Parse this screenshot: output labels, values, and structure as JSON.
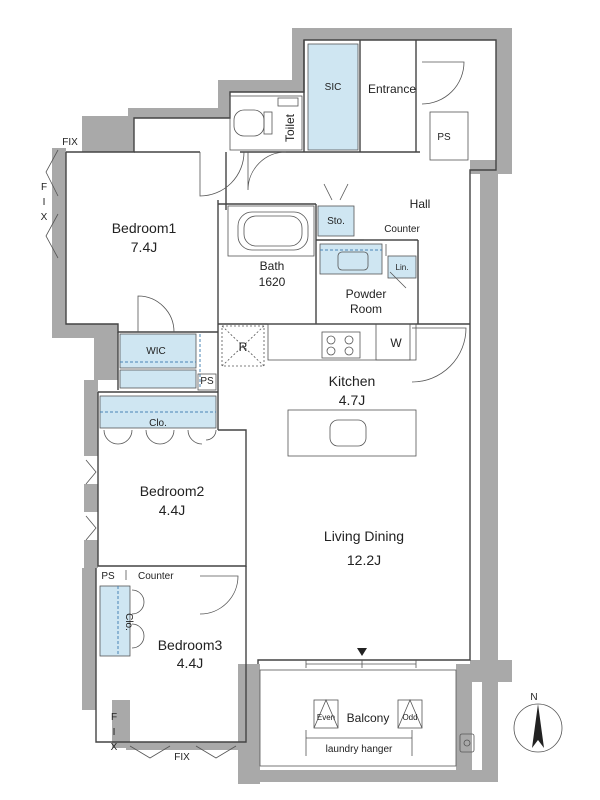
{
  "rooms": {
    "bedroom1": {
      "name": "Bedroom1",
      "size": "7.4J"
    },
    "bedroom2": {
      "name": "Bedroom2",
      "size": "4.4J"
    },
    "bedroom3": {
      "name": "Bedroom3",
      "size": "4.4J"
    },
    "kitchen": {
      "name": "Kitchen",
      "size": "4.7J"
    },
    "living": {
      "name": "Living Dining",
      "size": "12.2J"
    },
    "bath": {
      "name": "Bath",
      "size": "1620"
    },
    "powder": {
      "line1": "Powder",
      "line2": "Room"
    },
    "hall": "Hall",
    "entrance": "Entrance",
    "toilet": "Toilet",
    "balcony": "Balcony"
  },
  "storage": {
    "sic": "SIC",
    "wic": "WIC",
    "clo2": "Clo.",
    "clo3": "Clo.",
    "sto": "Sto.",
    "lin": "Lin."
  },
  "fixtures": {
    "counter_hall": "Counter",
    "counter_bed3": "Counter",
    "ps_entrance": "PS",
    "ps_wic": "PS",
    "ps_bed3": "PS",
    "refrigerator": "R",
    "washer": "W",
    "fix_top": "FIX",
    "fix_side": "F\nI\nX",
    "fix_bottom": "FIX",
    "fix_bottom_side": "F\nI\nX",
    "even": "Even",
    "odd": "Odd",
    "laundry": "laundry hanger"
  },
  "compass": {
    "label": "N"
  }
}
